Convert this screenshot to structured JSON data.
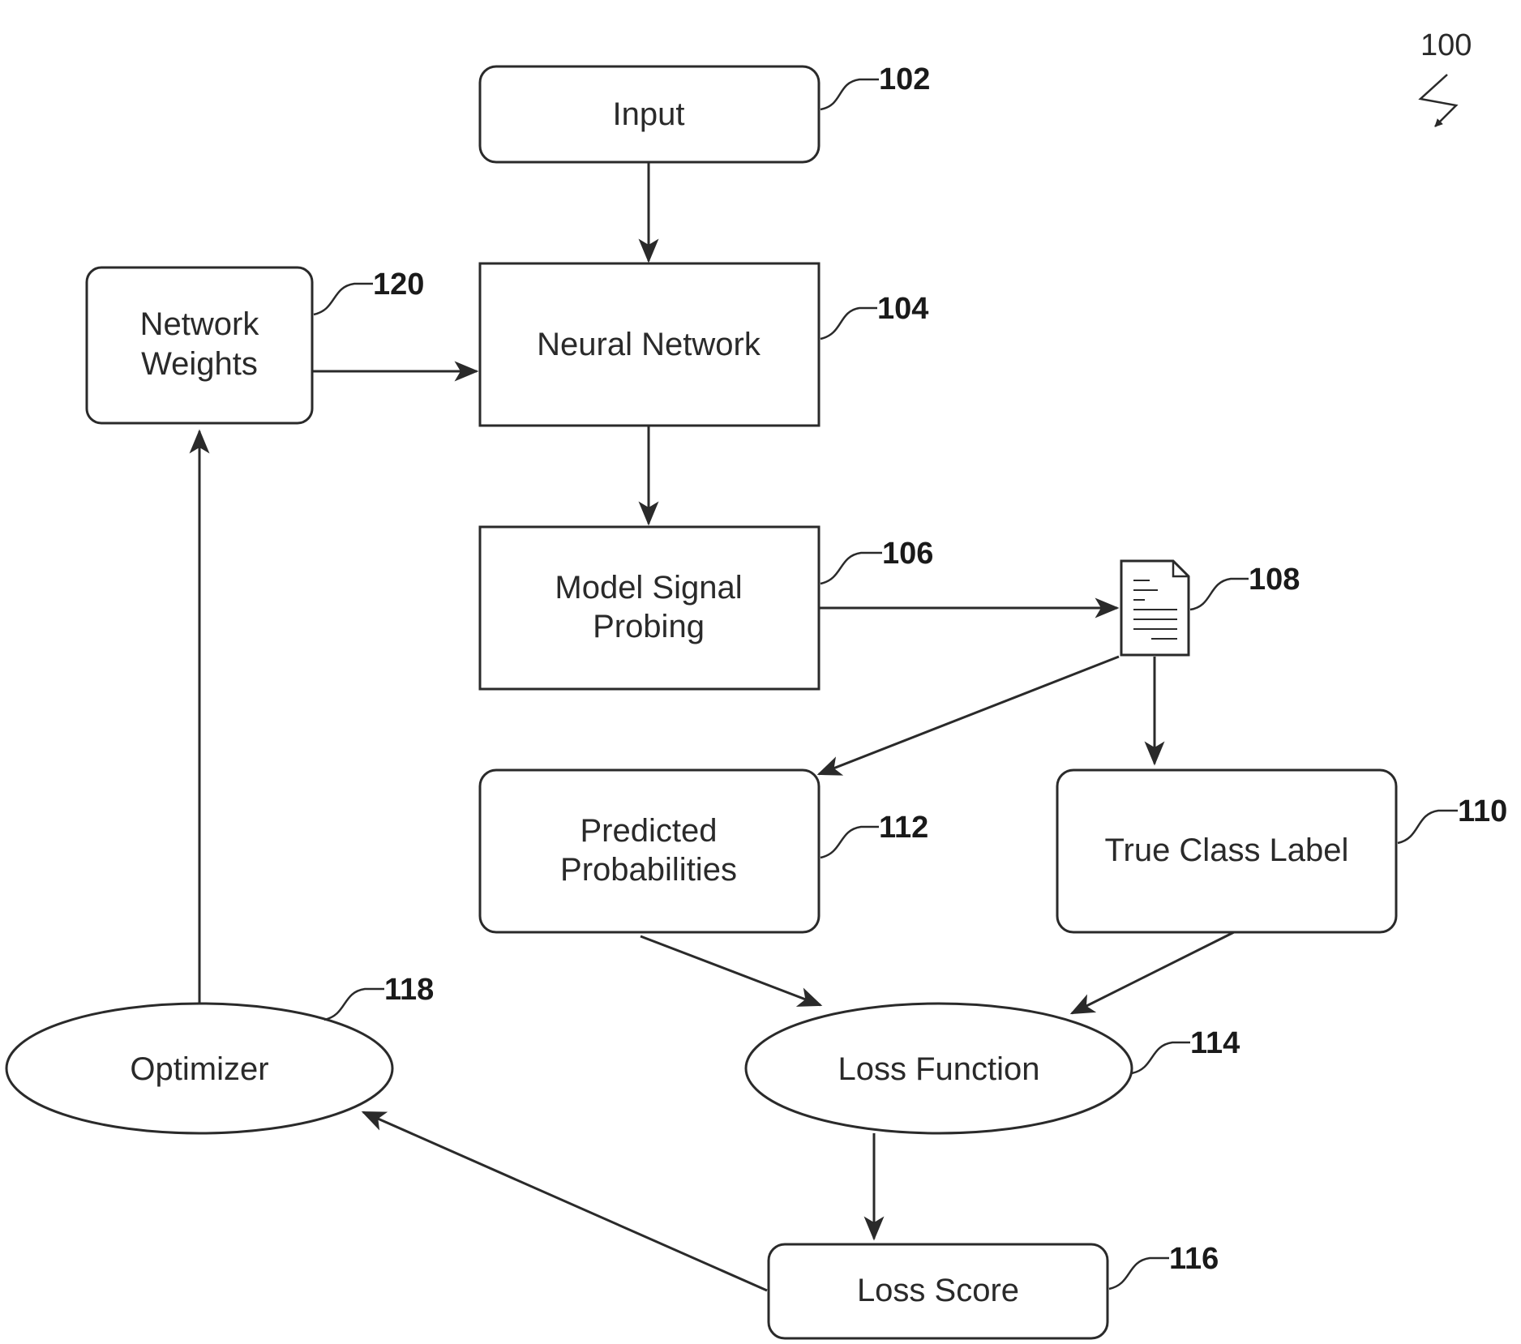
{
  "figure_ref": "100",
  "nodes": {
    "input": {
      "label": "Input",
      "ref": "102"
    },
    "neural_network": {
      "label": "Neural Network",
      "ref": "104"
    },
    "model_signal_probing": {
      "label_lines": [
        "Model Signal",
        "Probing"
      ],
      "ref": "106"
    },
    "document": {
      "icon": "document-icon",
      "ref": "108"
    },
    "true_class_label": {
      "label": "True Class Label",
      "ref": "110"
    },
    "predicted_probabilities": {
      "label_lines": [
        "Predicted",
        "Probabilities"
      ],
      "ref": "112"
    },
    "loss_function": {
      "label": "Loss Function",
      "ref": "114"
    },
    "loss_score": {
      "label": "Loss Score",
      "ref": "116"
    },
    "optimizer": {
      "label": "Optimizer",
      "ref": "118"
    },
    "network_weights": {
      "label_lines": [
        "Network",
        "Weights"
      ],
      "ref": "120"
    }
  },
  "edges": [
    {
      "from": "Input",
      "to": "Neural Network"
    },
    {
      "from": "Network Weights",
      "to": "Neural Network"
    },
    {
      "from": "Neural Network",
      "to": "Model Signal Probing"
    },
    {
      "from": "Model Signal Probing",
      "to": "108"
    },
    {
      "from": "108",
      "to": "Predicted Probabilities"
    },
    {
      "from": "108",
      "to": "True Class Label"
    },
    {
      "from": "Predicted Probabilities",
      "to": "Loss Function"
    },
    {
      "from": "True Class Label",
      "to": "Loss Function"
    },
    {
      "from": "Loss Function",
      "to": "Loss Score"
    },
    {
      "from": "Loss Score",
      "to": "Optimizer"
    },
    {
      "from": "Optimizer",
      "to": "Network Weights"
    }
  ],
  "colors": {
    "stroke": "#2a2a2a",
    "fill": "#ffffff",
    "background": "#ffffff"
  }
}
